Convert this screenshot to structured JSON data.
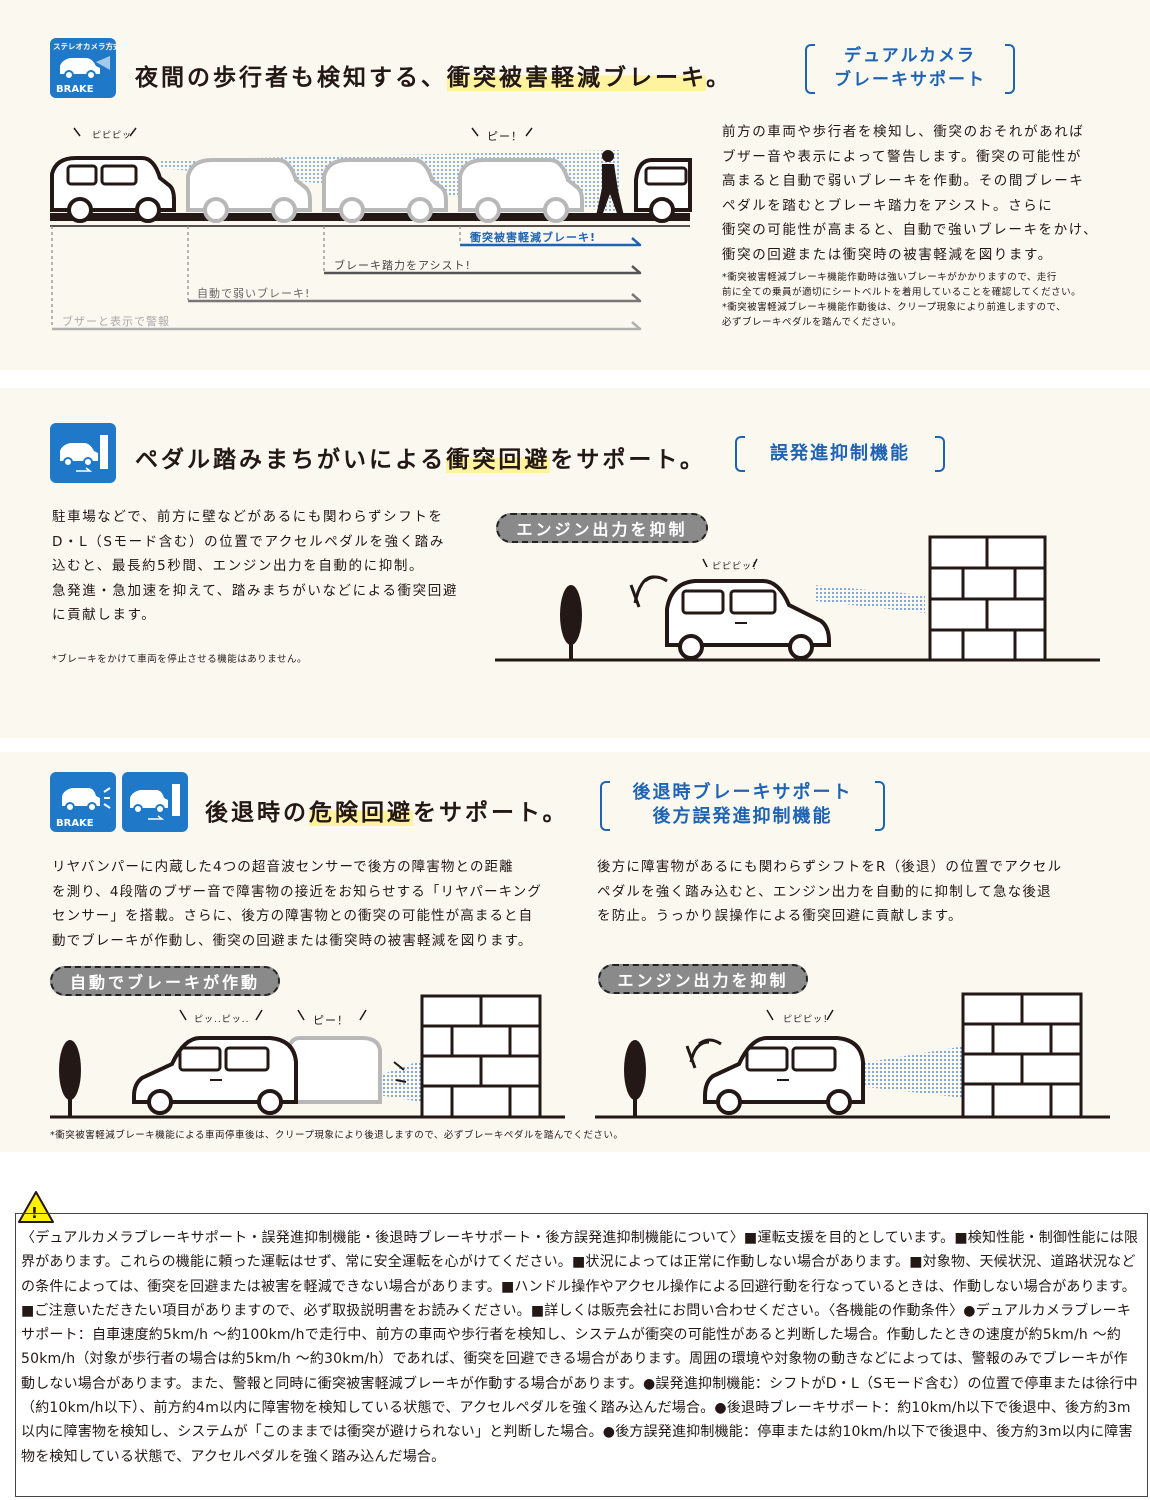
{
  "section1": {
    "icon_top_label": "ステレオカメラ方式",
    "icon_bottom_label": "BRAKE",
    "title_pre": "夜間の歩行者も検知する、",
    "title_hl": "衝突被害軽減ブレーキ",
    "title_post": "。",
    "tag_line1": "デュアルカメラ",
    "tag_line2": "ブレーキサポート",
    "sound1": "ピピピッ",
    "sound2": "ピー！",
    "steps": [
      "衝突被害軽減ブレーキ!",
      "ブレーキ踏力をアシスト!",
      "自動で弱いブレーキ!",
      "ブザーと表示で警報"
    ],
    "body": [
      "前方の車両や歩行者を検知し、衝突のおそれがあれば",
      "ブザー音や表示によって警告します。衝突の可能性が",
      "高まると自動で弱いブレーキを作動。その間ブレーキ",
      "ペダルを踏むとブレーキ踏力をアシスト。さらに",
      "衝突の可能性が高まると、自動で強いブレーキをかけ、",
      "衝突の回避または衝突時の被害軽減を図ります。"
    ],
    "notes": [
      "*衝突被害軽減ブレーキ機能作動時は強いブレーキがかかりますので、走行",
      "前に全ての乗員が適切にシートベルトを着用していることを確認してください。",
      "*衝突被害軽減ブレーキ機能作動後は、クリープ現象により前進しますので、",
      "必ずブレーキペダルを踏んでください。"
    ]
  },
  "section2": {
    "title_pre": "ペダル踏みまちがいによる",
    "title_hl": "衝突回避",
    "title_post": "をサポート。",
    "tag": "誤発進抑制機能",
    "body": [
      "駐車場などで、前方に壁などがあるにも関わらずシフトを",
      "D・L（Sモード含む）の位置でアクセルペダルを強く踏み",
      "込むと、最長約5秒間、エンジン出力を自動的に抑制。",
      "急発進・急加速を抑えて、踏みまちがいなどによる衝突回避",
      "に貢献します。"
    ],
    "note": "*ブレーキをかけて車両を停止させる機能はありません。",
    "pill": "エンジン出力を抑制",
    "sound": "ピピピッ！"
  },
  "section3": {
    "icon_label": "BRAKE",
    "title_pre": "後退時の",
    "title_hl": "危険回避",
    "title_post": "をサポート。",
    "tag_line1": "後退時ブレーキサポート",
    "tag_line2": "後方誤発進抑制機能",
    "body_left": [
      "リヤバンパーに内蔵した4つの超音波センサーで後方の障害物との距離",
      "を測り、4段階のブザー音で障害物の接近をお知らせする「リヤパーキング",
      "センサー」を搭載。さらに、後方の障害物との衝突の可能性が高まると自",
      "動でブレーキが作動し、衝突の回避または衝突時の被害軽減を図ります。"
    ],
    "body_right": [
      "後方に障害物があるにも関わらずシフトをR（後退）の位置でアクセル",
      "ペダルを強く踏み込むと、エンジン出力を自動的に抑制して急な後退",
      "を防止。うっかり誤操作による衝突回避に貢献します。"
    ],
    "pill_left": "自動でブレーキが作動",
    "pill_right": "エンジン出力を抑制",
    "sound_left1": "ピッ..ピッ..",
    "sound_left2": "ピー！",
    "sound_right": "ピピピッ！",
    "note": "*衝突被害軽減ブレーキ機能による車両停車後は、クリープ現象により後退しますので、必ずブレーキペダルを踏んでください。"
  },
  "warning": {
    "icon": "!",
    "text": "〈デュアルカメラブレーキサポート・誤発進抑制機能・後退時ブレーキサポート・後方誤発進抑制機能について〉■運転支援を目的としています。■検知性能・制御性能には限界があります。これらの機能に頼った運転はせず、常に安全運転を心がけてください。■状況によっては正常に作動しない場合があります。■対象物、天候状況、道路状況などの条件によっては、衝突を回避または被害を軽減できない場合があります。■ハンドル操作やアクセル操作による回避行動を行なっているときは、作動しない場合があります。■ご注意いただきたい項目がありますので、必ず取扱説明書をお読みください。■詳しくは販売会社にお問い合わせください。〈各機能の作動条件〉●デュアルカメラブレーキサポート：自車速度約5km/h 〜約100km/hで走行中、前方の車両や歩行者を検知し、システムが衝突の可能性があると判断した場合。作動したときの速度が約5km/h 〜約50km/h（対象が歩行者の場合は約5km/h 〜約30km/h）であれば、衝突を回避できる場合があります。周囲の環境や対象物の動きなどによっては、警報のみでブレーキが作動しない場合があります。また、警報と同時に衝突被害軽減ブレーキが作動する場合があります。●誤発進抑制機能：シフトがD・L（Sモード含む）の位置で停車または徐行中（約10km/h以下）、前方約4m以内に障害物を検知している状態で、アクセルペダルを強く踏み込んだ場合。●後退時ブレーキサポート：約10km/h以下で後退中、後方約3m以内に障害物を検知し、システムが「このままでは衝突が避けられない」と判断した場合。●後方誤発進抑制機能：停車または約10km/h以下で後退中、後方約3m以内に障害物を検知している状態で、アクセルペダルを強く踏み込んだ場合。"
  }
}
